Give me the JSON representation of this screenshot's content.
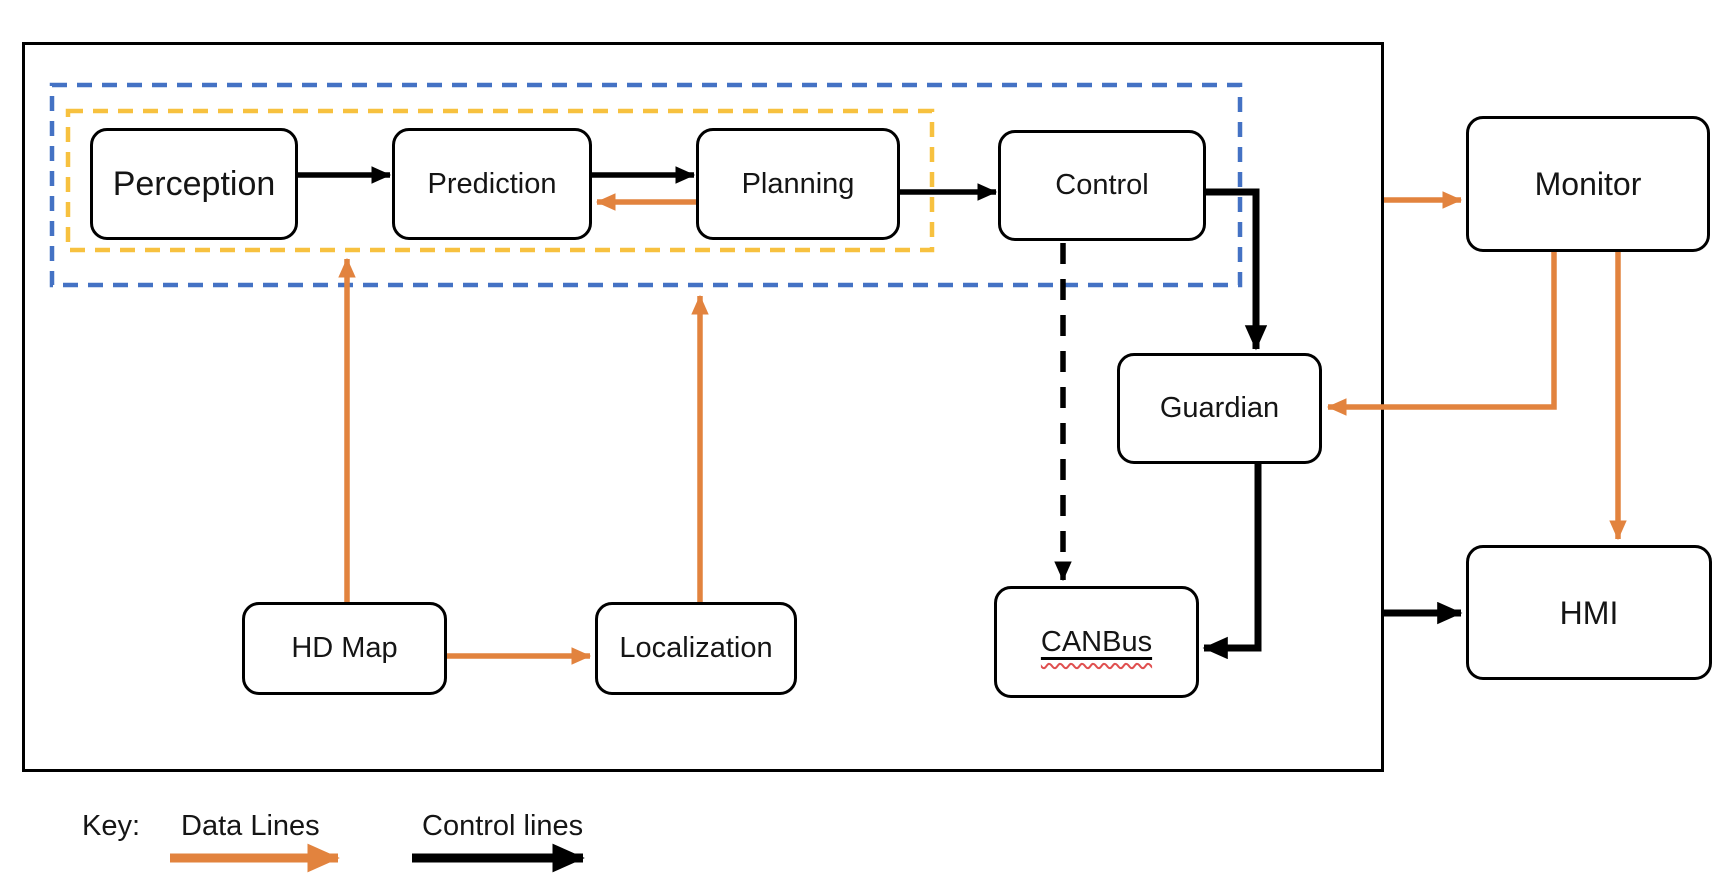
{
  "nodes": {
    "perception": {
      "label": "Perception"
    },
    "prediction": {
      "label": "Prediction"
    },
    "planning": {
      "label": "Planning"
    },
    "control": {
      "label": "Control"
    },
    "monitor": {
      "label": "Monitor"
    },
    "guardian": {
      "label": "Guardian"
    },
    "hdmap": {
      "label": "HD Map"
    },
    "localization": {
      "label": "Localization"
    },
    "canbus": {
      "label": "CANBus"
    },
    "hmi": {
      "label": "HMI"
    }
  },
  "key": {
    "title": "Key:",
    "data_label": "Data Lines",
    "control_label": "Control lines"
  },
  "edges": [
    {
      "from": "Perception",
      "to": "Prediction",
      "type": "control"
    },
    {
      "from": "Prediction",
      "to": "Planning",
      "type": "control"
    },
    {
      "from": "Planning",
      "to": "Prediction",
      "type": "data"
    },
    {
      "from": "Planning",
      "to": "Control",
      "type": "control"
    },
    {
      "from": "Control",
      "to": "Guardian",
      "type": "control"
    },
    {
      "from": "Control",
      "to": "CANBus",
      "type": "control",
      "style": "dashed"
    },
    {
      "from": "Guardian",
      "to": "CANBus",
      "type": "control"
    },
    {
      "from": "HD Map",
      "to": "Perception",
      "type": "data"
    },
    {
      "from": "HD Map",
      "to": "Localization",
      "type": "data"
    },
    {
      "from": "Localization",
      "to": "Planning",
      "type": "data"
    },
    {
      "from": "outer-frame",
      "to": "Monitor",
      "type": "data"
    },
    {
      "from": "Monitor",
      "to": "Guardian",
      "type": "data"
    },
    {
      "from": "Monitor",
      "to": "HMI",
      "type": "data"
    },
    {
      "from": "outer-frame",
      "to": "HMI",
      "type": "control"
    }
  ],
  "colors": {
    "data_line": "#E2833E",
    "control_line": "#000000",
    "outer_group_dash": "#4472C4",
    "inner_group_dash": "#F7C13F",
    "node_border": "#000000",
    "spellcheck_underline": "#E05050",
    "background": "#FFFFFF"
  }
}
